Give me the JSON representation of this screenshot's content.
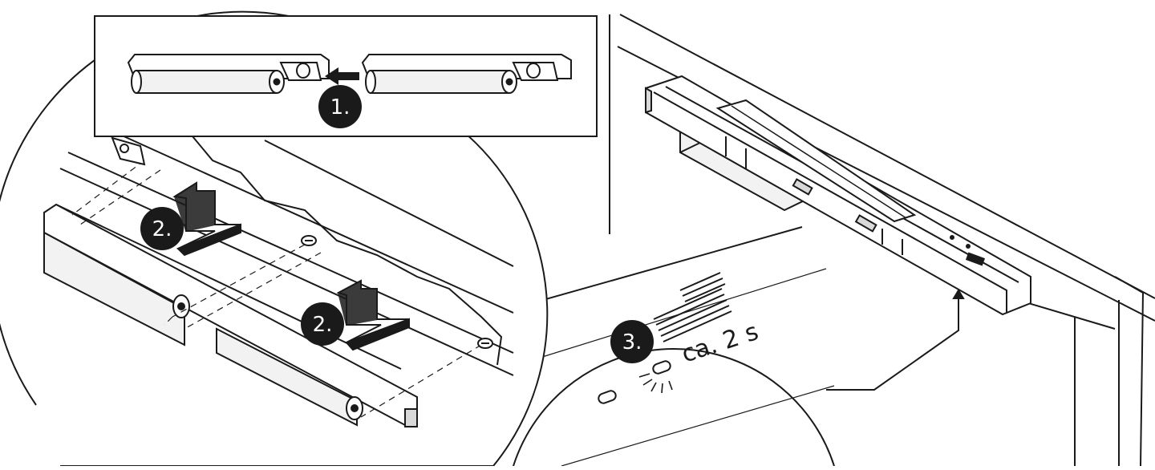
{
  "colors": {
    "line": "#1a1a1a",
    "fill_light": "#f2f2f2",
    "fill_mid": "#d9d9d9",
    "fill_dark": "#4a4a4a",
    "badge": "#1a1a1a",
    "badge_text": "#ffffff"
  },
  "steps": {
    "step1": "1.",
    "step2a": "2.",
    "step2b": "2.",
    "step3": "3."
  },
  "duration_label": "ca. 2 s"
}
